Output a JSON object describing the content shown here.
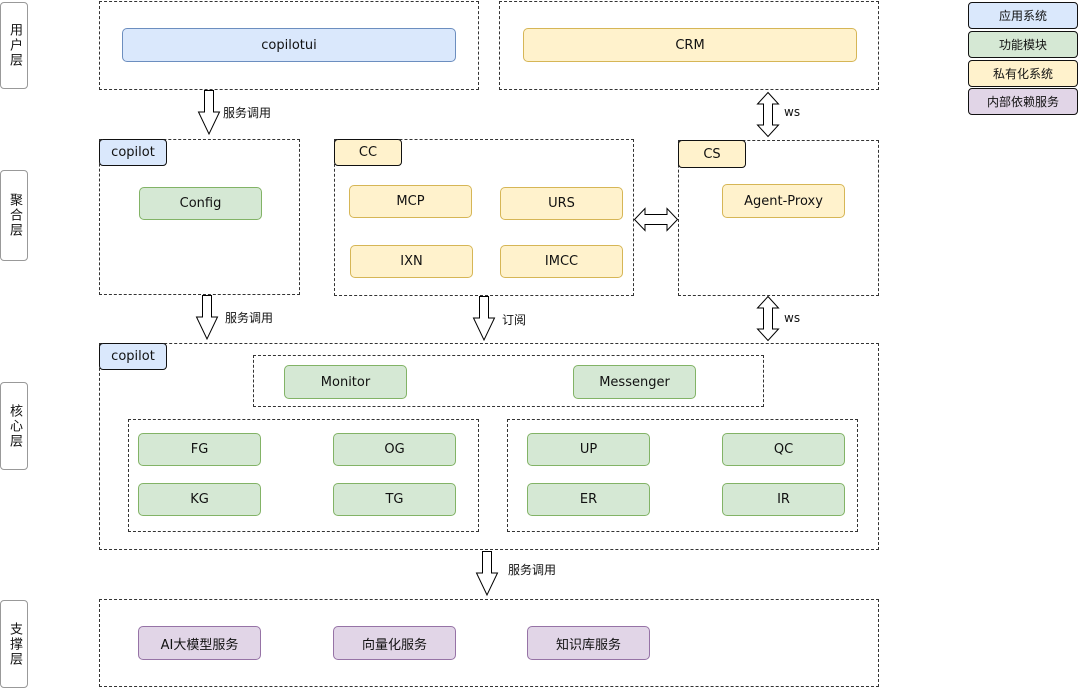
{
  "layers": {
    "user": "用户层",
    "aggregate": "聚合层",
    "core": "核心层",
    "support": "支撑层"
  },
  "legend": {
    "app_system": "应用系统",
    "feature_module": "功能模块",
    "private_system": "私有化系统",
    "internal_service": "内部依赖服务"
  },
  "user_layer": {
    "copilotui": "copilotui",
    "crm": "CRM"
  },
  "aggregate_layer": {
    "copilot_tag": "copilot",
    "config": "Config",
    "cc_tag": "CC",
    "mcp": "MCP",
    "urs": "URS",
    "ixn": "IXN",
    "imcc": "IMCC",
    "cs_tag": "CS",
    "agent_proxy": "Agent-Proxy"
  },
  "core_layer": {
    "copilot_tag": "copilot",
    "monitor": "Monitor",
    "messenger": "Messenger",
    "fg": "FG",
    "og": "OG",
    "kg": "KG",
    "tg": "TG",
    "up": "UP",
    "qc": "QC",
    "er": "ER",
    "ir": "IR"
  },
  "support_layer": {
    "ai_model": "AI大模型服务",
    "vectorization": "向量化服务",
    "knowledge_base": "知识库服务"
  },
  "connectors": {
    "service_call_1": "服务调用",
    "service_call_2": "服务调用",
    "subscribe": "订阅",
    "service_call_3": "服务调用",
    "ws_1": "ws",
    "ws_2": "ws"
  }
}
